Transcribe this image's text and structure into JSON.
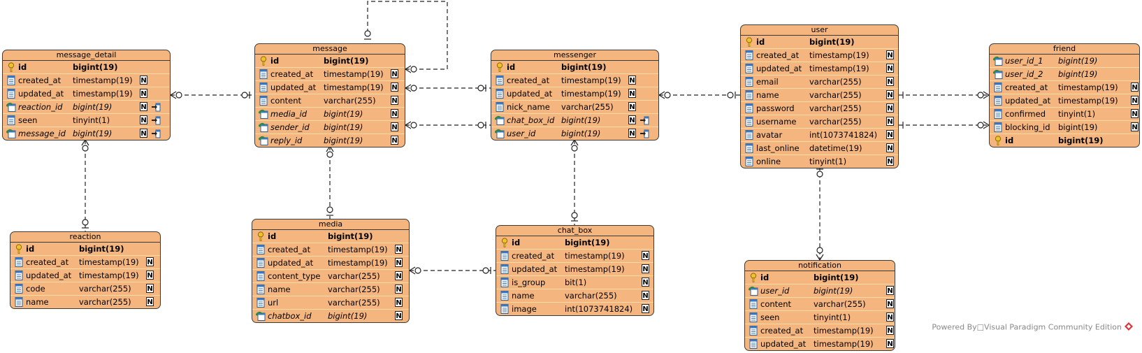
{
  "entities": [
    {
      "key": "message_detail",
      "title": "message_detail",
      "columns": [
        {
          "name": "id",
          "type": "bigint(19)",
          "kind": "pk",
          "nullable": false,
          "fk": false
        },
        {
          "name": "created_at",
          "type": "timestamp(19)",
          "kind": "col",
          "nullable": true,
          "fk": false
        },
        {
          "name": "updated_at",
          "type": "timestamp(19)",
          "kind": "col",
          "nullable": true,
          "fk": false
        },
        {
          "name": "reaction_id",
          "type": "bigint(19)",
          "kind": "fk",
          "nullable": true,
          "fk": true
        },
        {
          "name": "seen",
          "type": "tinyint(1)",
          "kind": "col",
          "nullable": true,
          "fk": true
        },
        {
          "name": "message_id",
          "type": "bigint(19)",
          "kind": "fk",
          "nullable": true,
          "fk": true
        }
      ]
    },
    {
      "key": "message",
      "title": "message",
      "columns": [
        {
          "name": "id",
          "type": "bigint(19)",
          "kind": "pk",
          "nullable": false,
          "fk": false
        },
        {
          "name": "created_at",
          "type": "timestamp(19)",
          "kind": "col",
          "nullable": true,
          "fk": false
        },
        {
          "name": "updated_at",
          "type": "timestamp(19)",
          "kind": "col",
          "nullable": true,
          "fk": false
        },
        {
          "name": "content",
          "type": "varchar(255)",
          "kind": "col",
          "nullable": true,
          "fk": false
        },
        {
          "name": "media_id",
          "type": "bigint(19)",
          "kind": "fk",
          "nullable": true,
          "fk": false
        },
        {
          "name": "sender_id",
          "type": "bigint(19)",
          "kind": "fk",
          "nullable": true,
          "fk": false
        },
        {
          "name": "reply_id",
          "type": "bigint(19)",
          "kind": "fk",
          "nullable": true,
          "fk": false
        }
      ]
    },
    {
      "key": "messenger",
      "title": "messenger",
      "columns": [
        {
          "name": "id",
          "type": "bigint(19)",
          "kind": "pk",
          "nullable": false,
          "fk": false
        },
        {
          "name": "created_at",
          "type": "timestamp(19)",
          "kind": "col",
          "nullable": true,
          "fk": false
        },
        {
          "name": "updated_at",
          "type": "timestamp(19)",
          "kind": "col",
          "nullable": true,
          "fk": false
        },
        {
          "name": "nick_name",
          "type": "varchar(255)",
          "kind": "col",
          "nullable": true,
          "fk": false
        },
        {
          "name": "chat_box_id",
          "type": "bigint(19)",
          "kind": "fk",
          "nullable": true,
          "fk": true
        },
        {
          "name": "user_id",
          "type": "bigint(19)",
          "kind": "fk",
          "nullable": true,
          "fk": true
        }
      ]
    },
    {
      "key": "user",
      "title": "user",
      "columns": [
        {
          "name": "id",
          "type": "bigint(19)",
          "kind": "pk",
          "nullable": false,
          "fk": false
        },
        {
          "name": "created_at",
          "type": "timestamp(19)",
          "kind": "col",
          "nullable": true,
          "fk": false
        },
        {
          "name": "updated_at",
          "type": "timestamp(19)",
          "kind": "col",
          "nullable": true,
          "fk": false
        },
        {
          "name": "email",
          "type": "varchar(255)",
          "kind": "col",
          "nullable": true,
          "fk": false
        },
        {
          "name": "name",
          "type": "varchar(255)",
          "kind": "col",
          "nullable": true,
          "fk": false
        },
        {
          "name": "password",
          "type": "varchar(255)",
          "kind": "col",
          "nullable": true,
          "fk": false
        },
        {
          "name": "username",
          "type": "varchar(255)",
          "kind": "col",
          "nullable": true,
          "fk": false
        },
        {
          "name": "avatar",
          "type": "int(1073741824)",
          "kind": "col",
          "nullable": true,
          "fk": false
        },
        {
          "name": "last_online",
          "type": "datetime(19)",
          "kind": "col",
          "nullable": true,
          "fk": false
        },
        {
          "name": "online",
          "type": "tinyint(1)",
          "kind": "col",
          "nullable": true,
          "fk": false
        }
      ]
    },
    {
      "key": "friend",
      "title": "friend",
      "columns": [
        {
          "name": "user_id_1",
          "type": "bigint(19)",
          "kind": "fk",
          "nullable": false,
          "fk": false
        },
        {
          "name": "user_id_2",
          "type": "bigint(19)",
          "kind": "fk",
          "nullable": false,
          "fk": false
        },
        {
          "name": "created_at",
          "type": "timestamp(19)",
          "kind": "col",
          "nullable": true,
          "fk": false
        },
        {
          "name": "updated_at",
          "type": "timestamp(19)",
          "kind": "col",
          "nullable": true,
          "fk": false
        },
        {
          "name": "confirmed",
          "type": "tinyint(1)",
          "kind": "col",
          "nullable": true,
          "fk": false
        },
        {
          "name": "blocking_id",
          "type": "bigint(19)",
          "kind": "col",
          "nullable": true,
          "fk": false
        },
        {
          "name": "id",
          "type": "bigint(19)",
          "kind": "pk",
          "nullable": false,
          "fk": false
        }
      ]
    },
    {
      "key": "reaction",
      "title": "reaction",
      "columns": [
        {
          "name": "id",
          "type": "bigint(19)",
          "kind": "pk",
          "nullable": false,
          "fk": false
        },
        {
          "name": "created_at",
          "type": "timestamp(19)",
          "kind": "col",
          "nullable": true,
          "fk": false
        },
        {
          "name": "updated_at",
          "type": "timestamp(19)",
          "kind": "col",
          "nullable": true,
          "fk": false
        },
        {
          "name": "code",
          "type": "varchar(255)",
          "kind": "col",
          "nullable": true,
          "fk": false
        },
        {
          "name": "name",
          "type": "varchar(255)",
          "kind": "col",
          "nullable": true,
          "fk": false
        }
      ]
    },
    {
      "key": "media",
      "title": "media",
      "columns": [
        {
          "name": "id",
          "type": "bigint(19)",
          "kind": "pk",
          "nullable": false,
          "fk": false
        },
        {
          "name": "created_at",
          "type": "timestamp(19)",
          "kind": "col",
          "nullable": true,
          "fk": false
        },
        {
          "name": "updated_at",
          "type": "timestamp(19)",
          "kind": "col",
          "nullable": true,
          "fk": false
        },
        {
          "name": "content_type",
          "type": "varchar(255)",
          "kind": "col",
          "nullable": true,
          "fk": false
        },
        {
          "name": "name",
          "type": "varchar(255)",
          "kind": "col",
          "nullable": true,
          "fk": false
        },
        {
          "name": "url",
          "type": "varchar(255)",
          "kind": "col",
          "nullable": true,
          "fk": false
        },
        {
          "name": "chatbox_id",
          "type": "bigint(19)",
          "kind": "fk",
          "nullable": true,
          "fk": false
        }
      ]
    },
    {
      "key": "chat_box",
      "title": "chat_box",
      "columns": [
        {
          "name": "id",
          "type": "bigint(19)",
          "kind": "pk",
          "nullable": false,
          "fk": false
        },
        {
          "name": "created_at",
          "type": "timestamp(19)",
          "kind": "col",
          "nullable": true,
          "fk": false
        },
        {
          "name": "updated_at",
          "type": "timestamp(19)",
          "kind": "col",
          "nullable": true,
          "fk": false
        },
        {
          "name": "is_group",
          "type": "bit(1)",
          "kind": "col",
          "nullable": true,
          "fk": false
        },
        {
          "name": "name",
          "type": "varchar(255)",
          "kind": "col",
          "nullable": true,
          "fk": false
        },
        {
          "name": "image",
          "type": "int(1073741824)",
          "kind": "col",
          "nullable": true,
          "fk": false
        }
      ]
    },
    {
      "key": "notification",
      "title": "notification",
      "columns": [
        {
          "name": "id",
          "type": "bigint(19)",
          "kind": "pk",
          "nullable": false,
          "fk": false
        },
        {
          "name": "user_id",
          "type": "bigint(19)",
          "kind": "fk",
          "nullable": true,
          "fk": false
        },
        {
          "name": "content",
          "type": "varchar(255)",
          "kind": "col",
          "nullable": true,
          "fk": false
        },
        {
          "name": "seen",
          "type": "tinyint(1)",
          "kind": "col",
          "nullable": true,
          "fk": false
        },
        {
          "name": "created_at",
          "type": "timestamp(19)",
          "kind": "col",
          "nullable": true,
          "fk": false
        },
        {
          "name": "updated_at",
          "type": "timestamp(19)",
          "kind": "col",
          "nullable": true,
          "fk": false
        }
      ]
    }
  ],
  "nullable_marker": "N",
  "footer": {
    "text": "Powered By□Visual Paradigm Community Edition"
  },
  "colors": {
    "entity_fill": "#f5b57f",
    "entity_border": "#3a3a3a",
    "row_divider": "#f6dca6",
    "connector": "#222222"
  },
  "icons": {
    "pk": "key-icon",
    "column": "column-icon",
    "fk": "foreign-key-icon",
    "fk_ref": "fk-reference-icon",
    "logo": "visual-paradigm-logo-icon"
  }
}
